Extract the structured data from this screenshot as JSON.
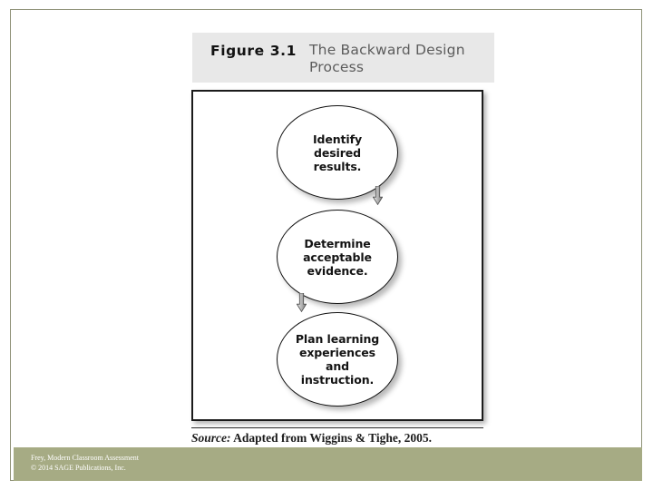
{
  "slide": {
    "border_color": "#8f9278",
    "background": "#ffffff"
  },
  "figure": {
    "header": {
      "background": "#e8e8e8",
      "number": "Figure 3.1",
      "title": "The Backward Design\nProcess",
      "number_color": "#121212",
      "title_color": "#5c5c5c"
    },
    "diagram": {
      "type": "flowchart",
      "orientation": "vertical",
      "border_color": "#1b1b1b",
      "nodes": [
        {
          "id": "identify",
          "shape": "ellipse",
          "label": "Identify\ndesired\nresults."
        },
        {
          "id": "determine",
          "shape": "ellipse",
          "label": "Determine\nacceptable\nevidence."
        },
        {
          "id": "plan",
          "shape": "ellipse",
          "label": "Plan learning\nexperiences\nand\ninstruction."
        }
      ],
      "connectors": [
        {
          "id": "arrow-1",
          "from": "identify",
          "to": "determine",
          "direction": "down"
        },
        {
          "id": "arrow-2",
          "from": "determine",
          "to": "plan",
          "direction": "down"
        }
      ]
    },
    "source": {
      "label": "Source:",
      "text": " Adapted from Wiggins & Tighe, 2005."
    }
  },
  "footer": {
    "background": "#a6ab84",
    "text": "Frey, Modern Classroom Assessment\n© 2014 SAGE Publications, Inc."
  }
}
